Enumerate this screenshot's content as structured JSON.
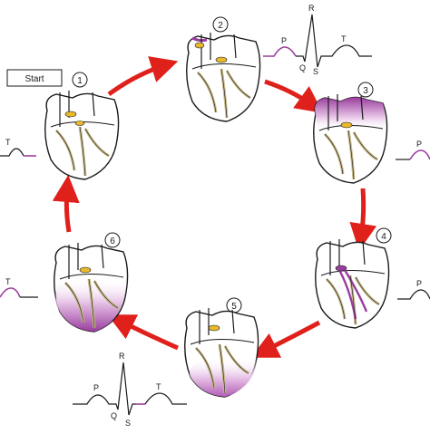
{
  "start_label": "Start",
  "steps": [
    {
      "number": "1",
      "ecg": {
        "t": "T"
      }
    },
    {
      "number": "2",
      "ecg": {
        "p": "P",
        "r": "R",
        "q": "Q",
        "s": "S",
        "t": "T"
      }
    },
    {
      "number": "3",
      "ecg": {
        "p": "P"
      }
    },
    {
      "number": "4",
      "ecg": {
        "p": "P"
      }
    },
    {
      "number": "5",
      "ecg": {
        "p": "P",
        "r": "R",
        "q": "Q",
        "s": "S",
        "t": "T"
      }
    },
    {
      "number": "6",
      "ecg": {
        "t": "T"
      }
    }
  ],
  "colors": {
    "arrow": "#e0201b",
    "conduction": "#c7b98a",
    "excitation": "#9a3d9e",
    "excitation_light": "#e8c6e8",
    "node": "#e8b92d",
    "ink": "#1a1a1a"
  }
}
